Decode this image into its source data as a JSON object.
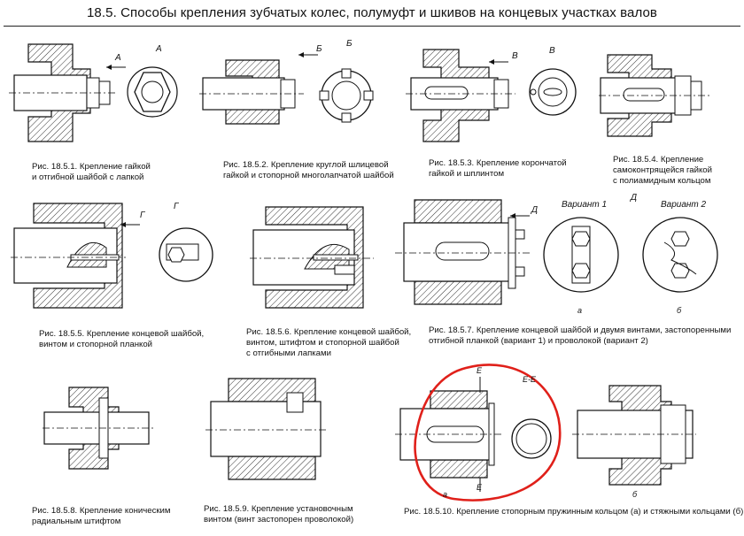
{
  "header": {
    "title": "18.5. Способы крепления зубчатых колес, полумуфт и шкивов на концевых участках валов"
  },
  "figures": [
    {
      "id": "18.5.1",
      "caption": "Рис. 18.5.1. Крепление гайкой\nи отгибной шайбой с лапкой",
      "view_letter": "А",
      "arrow_letter": "А"
    },
    {
      "id": "18.5.2",
      "caption": "Рис. 18.5.2. Крепление круглой шлицевой\nгайкой и стопорной многолапчатой шайбой",
      "view_letter": "Б",
      "arrow_letter": "Б"
    },
    {
      "id": "18.5.3",
      "caption": "Рис. 18.5.3. Крепление корончатой\nгайкой и шплинтом",
      "view_letter": "В",
      "arrow_letter": "В"
    },
    {
      "id": "18.5.4",
      "caption": "Рис. 18.5.4. Крепление\nсамоконтрящейся гайкой\nс полиамидным кольцом"
    },
    {
      "id": "18.5.5",
      "caption": "Рис. 18.5.5. Крепление концевой шайбой,\nвинтом и стопорной планкой",
      "view_letter": "Г",
      "arrow_letter": "Г"
    },
    {
      "id": "18.5.6",
      "caption": "Рис. 18.5.6. Крепление концевой шайбой,\nвинтом, штифтом и стопорной шайбой\nс отгибными лапками"
    },
    {
      "id": "18.5.7",
      "caption": "Рис. 18.5.7. Крепление концевой шайбой и двумя винтами, застопоренными\nотгибной планкой (вариант 1) и проволокой (вариант 2)",
      "view_letter": "Д",
      "arrow_letter": "Д",
      "variant1": "Вариант 1",
      "variant2": "Вариант 2",
      "sub_a": "а",
      "sub_b": "б"
    },
    {
      "id": "18.5.8",
      "caption": "Рис. 18.5.8. Крепление коническим\nрадиальным штифтом"
    },
    {
      "id": "18.5.9",
      "caption": "Рис. 18.5.9. Крепление установочным\nвинтом (винт застопорен проволокой)"
    },
    {
      "id": "18.5.10",
      "caption": "Рис. 18.5.10. Крепление стопорным пружинным кольцом (а) и стяжными кольцами (б)",
      "section_letter": "Е",
      "section_label": "Е-Е",
      "sub_a": "а",
      "sub_b": "б"
    }
  ],
  "annotation": {
    "type": "hand-drawn circle",
    "color": "#e0201a"
  },
  "colors": {
    "line": "#111111",
    "hatch": "#333333",
    "annotation": "#e0201a"
  }
}
